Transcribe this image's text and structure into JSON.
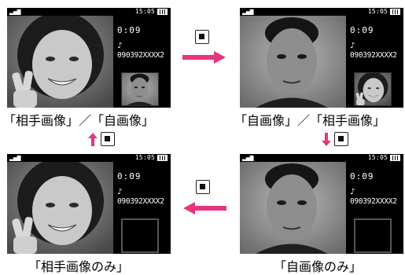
{
  "phone": {
    "status_time": "15:05",
    "timer": "0:09",
    "number": "090392XXXX2"
  },
  "captions": {
    "top_left": "「相手画像」／「自画像」",
    "top_right": "「自画像」／「相手画像」",
    "bottom_left": "「相手画像のみ」",
    "bottom_right": "「自画像のみ」"
  },
  "colors": {
    "arrow": "#e8337e",
    "screen_bg": "#000000"
  },
  "icons": {
    "key": "square-key-icon",
    "arrow": "arrow-icon"
  }
}
